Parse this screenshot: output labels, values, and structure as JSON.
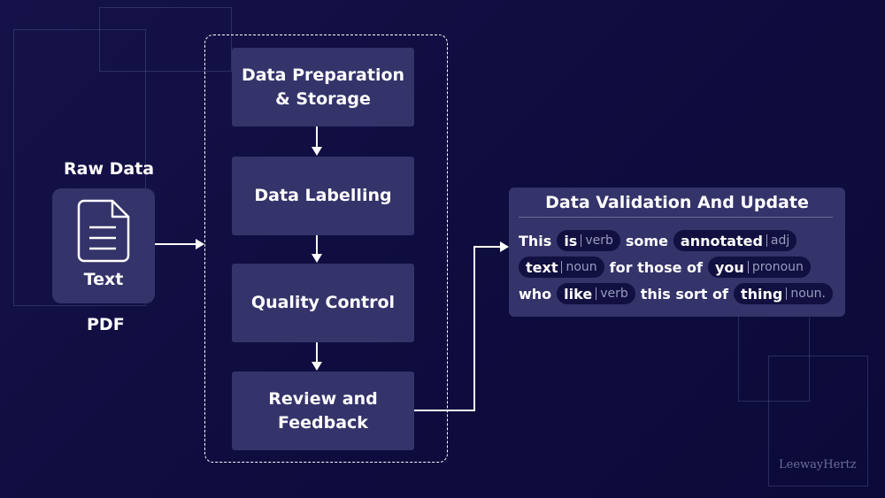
{
  "raw_data": {
    "title": "Raw Data",
    "card_label": "Text",
    "format_label": "PDF"
  },
  "steps": [
    "Data Preparation\n& Storage",
    "Data Labelling",
    "Quality Control",
    "Review and\nFeedback"
  ],
  "validation": {
    "title": "Data Validation And Update",
    "lines": [
      [
        {
          "word": "This"
        },
        {
          "word": "is",
          "tag": "verb"
        },
        {
          "word": "some"
        },
        {
          "word": "annotated",
          "tag": "adj"
        }
      ],
      [
        {
          "word": "text",
          "tag": "noun"
        },
        {
          "word": "for those of"
        },
        {
          "word": "you",
          "tag": "pronoun"
        }
      ],
      [
        {
          "word": "who"
        },
        {
          "word": "like",
          "tag": "verb"
        },
        {
          "word": "this sort of"
        },
        {
          "word": "thing",
          "tag": "noun."
        }
      ]
    ]
  },
  "watermark": "LeewayHertz"
}
